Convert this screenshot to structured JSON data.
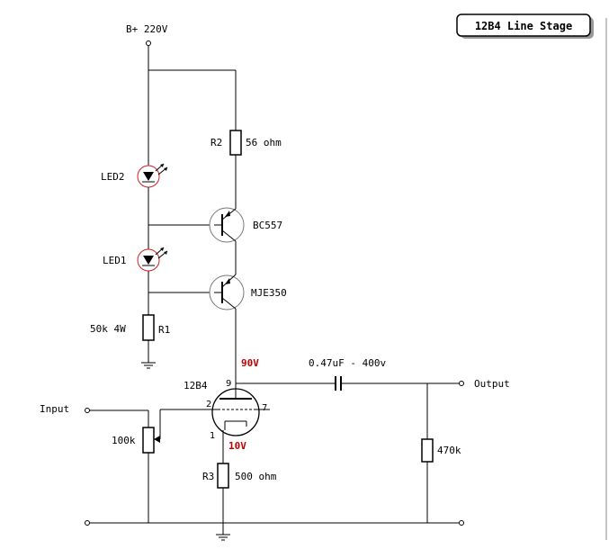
{
  "title": "12B4 Line Stage",
  "supply": "B+ 220V",
  "components": {
    "r2_ref": "R2",
    "r2_value": "56 ohm",
    "led2": "LED2",
    "led1": "LED1",
    "q1": "BC557",
    "q2": "MJE350",
    "r1_value": "50k 4W",
    "r1_ref": "R1",
    "tube": "12B4",
    "pot": "100k",
    "r3_ref": "R3",
    "r3_value": "500 ohm",
    "cap": "0.47uF - 400v",
    "r_out": "470k"
  },
  "voltages": {
    "plate": "90V",
    "cathode": "10V"
  },
  "pins": {
    "plate": "9",
    "grid": "2",
    "heater": "7",
    "cathode": "1"
  },
  "io": {
    "input": "Input",
    "output": "Output"
  },
  "colors": {
    "voltage_label": "#c00000",
    "led_ring": "#d02020"
  }
}
